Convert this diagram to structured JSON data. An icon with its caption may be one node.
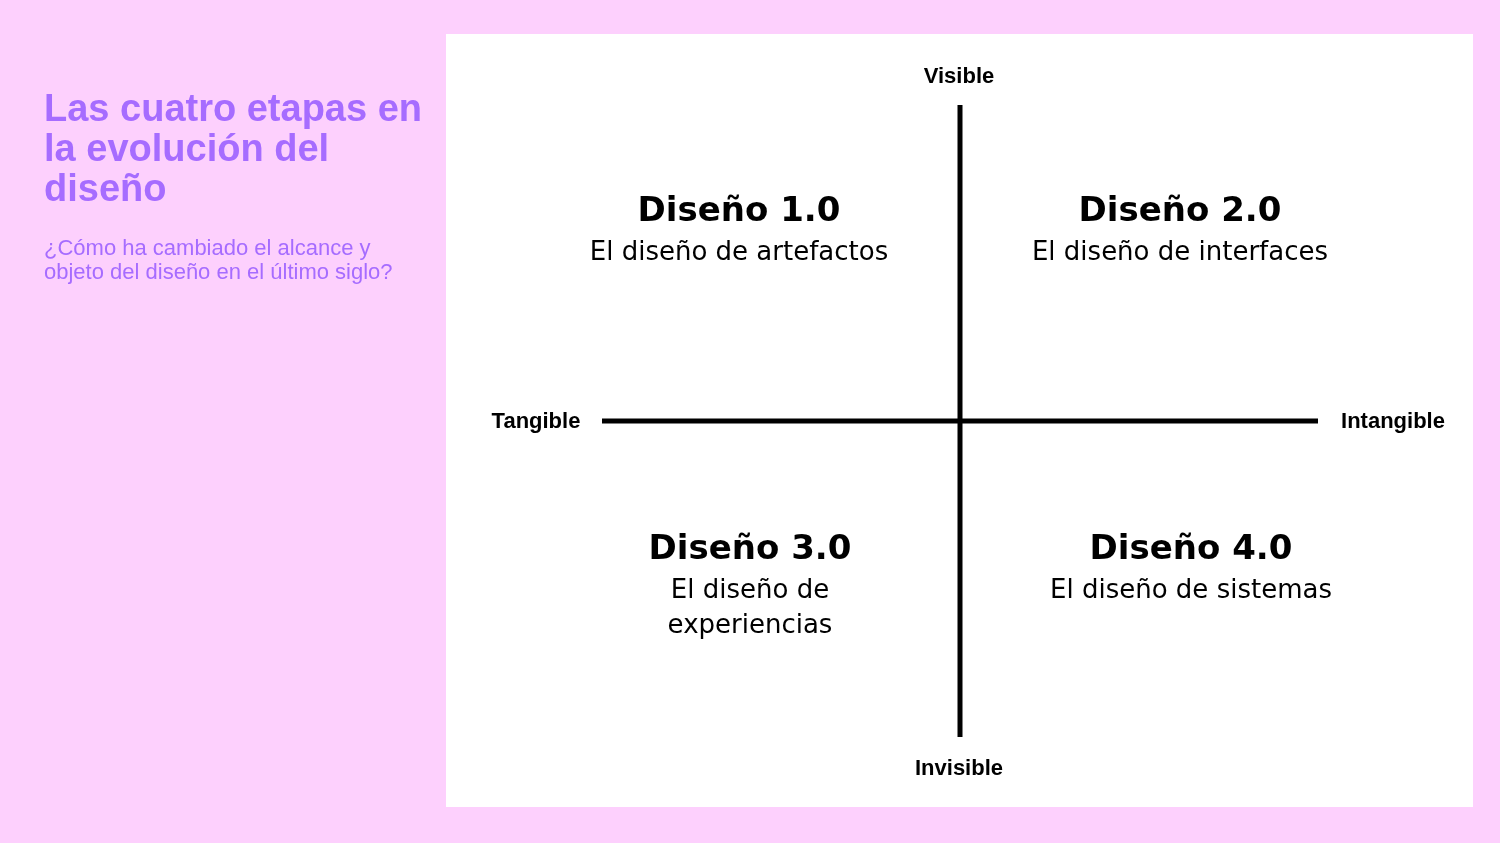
{
  "diagram": {
    "title": "Las cuatro etapas en la evolución del diseño",
    "nodes": [
      {
        "text": [
          "Diseño 1.0",
          "El diseño de artefactos"
        ]
      },
      {
        "text": [
          "Diseño 2.0",
          "El diseño de interfaces"
        ]
      },
      {
        "text": [
          "Diseño 3.0",
          "El diseño de experiencias"
        ]
      },
      {
        "text": [
          "Diseño 4.0",
          "El diseño de sistemas"
        ]
      }
    ],
    "labels": [
      "¿Cómo ha cambiado el alcance y objeto del diseño en el último siglo?",
      "Visible",
      "Tangible",
      "Intangible",
      "Invisible"
    ]
  }
}
